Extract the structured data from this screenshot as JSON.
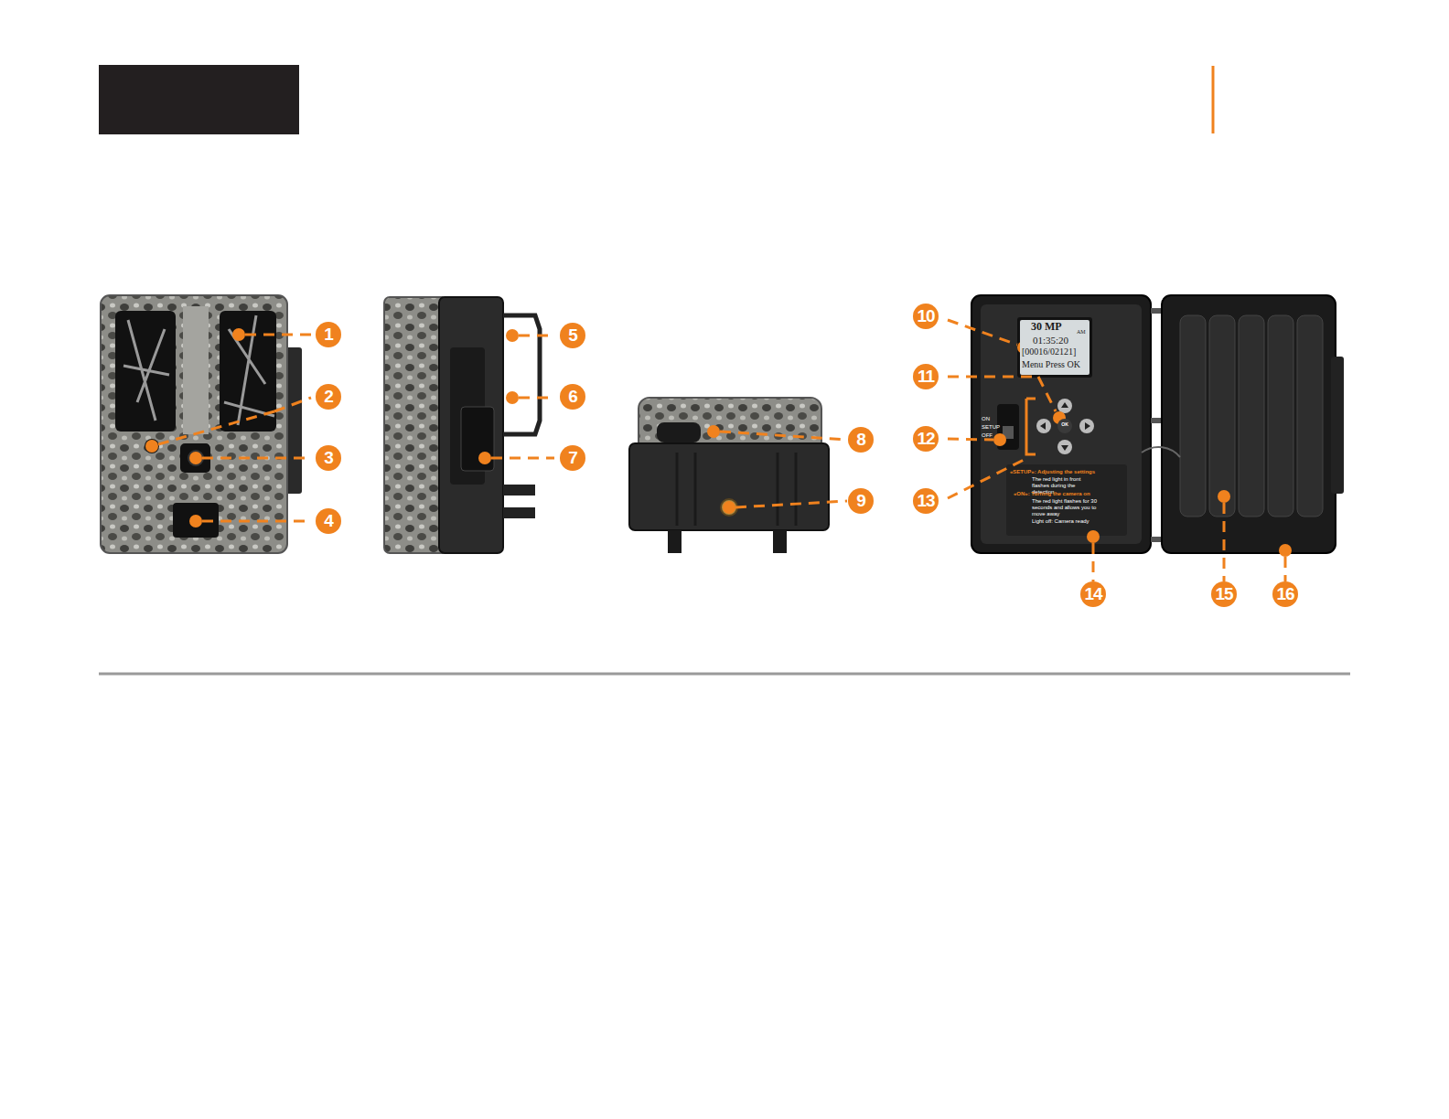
{
  "diagram": {
    "nodes": [
      {
        "text": [
          "30 MP",
          "AM",
          "01:35:20",
          "[00016/02121]",
          "Menu Press OK"
        ]
      },
      {
        "text": [
          "OK"
        ]
      }
    ],
    "labels": [
      "1",
      "2",
      "3",
      "4",
      "5",
      "6",
      "7",
      "8",
      "9",
      "10",
      "11",
      "12",
      "13",
      "14",
      "15",
      "16",
      "ON",
      "SETUP",
      "OFF",
      "«SETUP»: Adjusting the settings",
      "The red light in front flashes during the detection",
      "«ON»: Turning the camera on",
      "The red light flashes for 30 seconds and allows you to move away",
      "Light off: Camera ready"
    ]
  }
}
